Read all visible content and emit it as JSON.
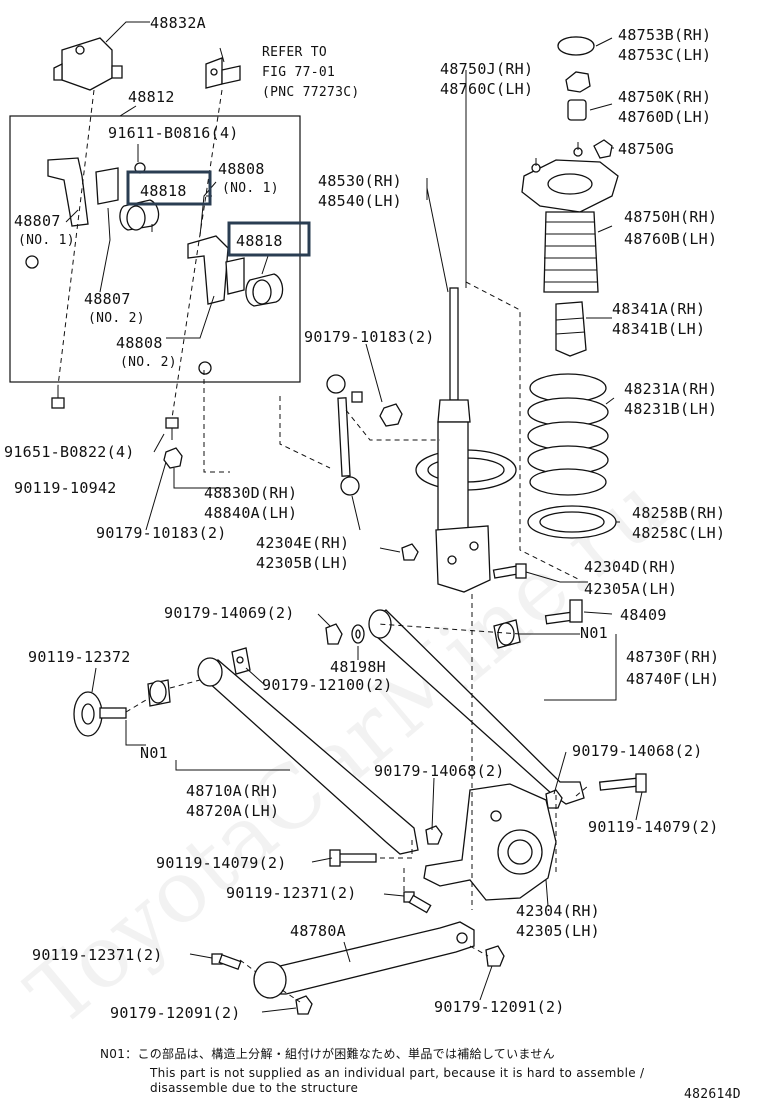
{
  "watermark": "ToyotaCarMine.ru",
  "diagram_code": "482614D",
  "refer": {
    "line1": "REFER TO",
    "line2": "FIG 77-01",
    "line3": "(PNC 77273C)"
  },
  "labels": {
    "p48832A": "48832A",
    "p48812": "48812",
    "p91611": "91611-B0816(4)",
    "p48808_1": "48808",
    "p48808_1_no": "(NO. 1)",
    "p48818_a": "48818",
    "p48818_b": "48818",
    "p48807_1": "48807",
    "p48807_1_no": "(NO. 1)",
    "p48807_2": "48807",
    "p48807_2_no": "(NO. 2)",
    "p48808_2": "48808",
    "p48808_2_no": "(NO. 2)",
    "p91651": "91651-B0822(4)",
    "p90119_10942": "90119-10942",
    "p90179_10183_a": "90179-10183(2)",
    "p90179_10183_b": "90179-10183(2)",
    "p48830D": "48830D(RH)",
    "p48840A": "48840A(LH)",
    "p48750J": "48750J(RH)",
    "p48760C": "48760C(LH)",
    "p48530": "48530(RH)",
    "p48540": "48540(LH)",
    "p48753B": "48753B(RH)",
    "p48753C": "48753C(LH)",
    "p48750K": "48750K(RH)",
    "p48760D": "48760D(LH)",
    "p48750G": "48750G",
    "p48750H": "48750H(RH)",
    "p48760B": "48760B(LH)",
    "p48341A": "48341A(RH)",
    "p48341B": "48341B(LH)",
    "p48231A": "48231A(RH)",
    "p48231B": "48231B(LH)",
    "p48258B": "48258B(RH)",
    "p48258C": "48258C(LH)",
    "p42304E": "42304E(RH)",
    "p42305B": "42305B(LH)",
    "p42304D": "42304D(RH)",
    "p42305A": "42305A(LH)",
    "p48409": "48409",
    "pN01_a": "N01",
    "p90179_14069": "90179-14069(2)",
    "p48198H": "48198H",
    "p48730F": "48730F(RH)",
    "p48740F": "48740F(LH)",
    "p90119_12372": "90119-12372",
    "p90179_12100": "90179-12100(2)",
    "pN01_b": "N01",
    "p48710A": "48710A(RH)",
    "p48720A": "48720A(LH)",
    "p90179_14068_a": "90179-14068(2)",
    "p90179_14068_b": "90179-14068(2)",
    "p90119_14079_a": "90119-14079(2)",
    "p90119_14079_b": "90119-14079(2)",
    "p90119_12371_a": "90119-12371(2)",
    "p90119_12371_b": "90119-12371(2)",
    "p42304": "42304(RH)",
    "p42305": "42305(LH)",
    "p48780A": "48780A",
    "p90179_12091_a": "90179-12091(2)",
    "p90179_12091_b": "90179-12091(2)"
  },
  "footnote": {
    "jp": "N01：この部品は、構造上分解・組付けが困難なため、単品では補給していません",
    "en1": "This part is not supplied as an individual part, because it is hard to assemble /",
    "en2": "disassemble due to the structure"
  }
}
